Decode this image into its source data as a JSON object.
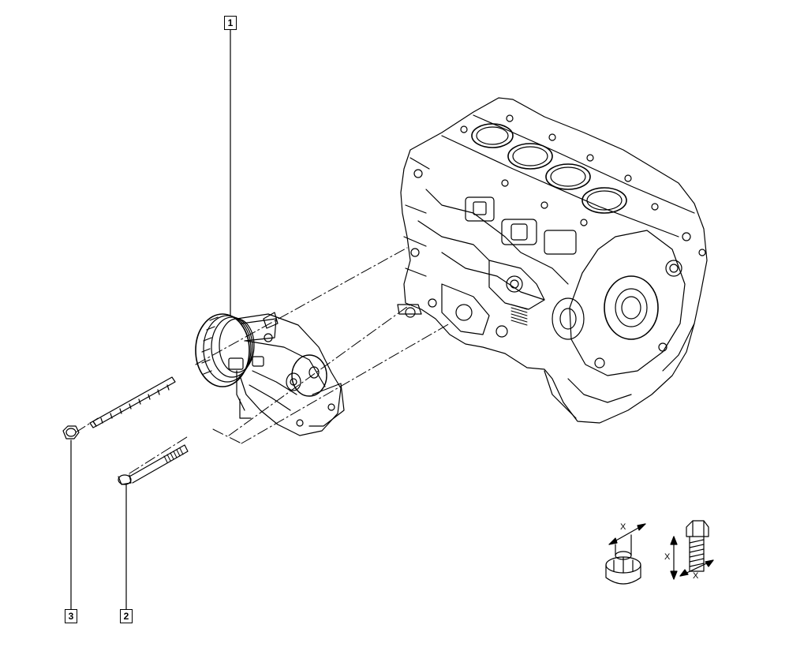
{
  "callouts": [
    {
      "id": "compressor",
      "label": "1"
    },
    {
      "id": "bolt",
      "label": "2"
    },
    {
      "id": "nut",
      "label": "3"
    }
  ],
  "torque_legend": {
    "nut_dimension": "X",
    "bolt_dimension": "X",
    "bolt_length_dimension": "X"
  }
}
